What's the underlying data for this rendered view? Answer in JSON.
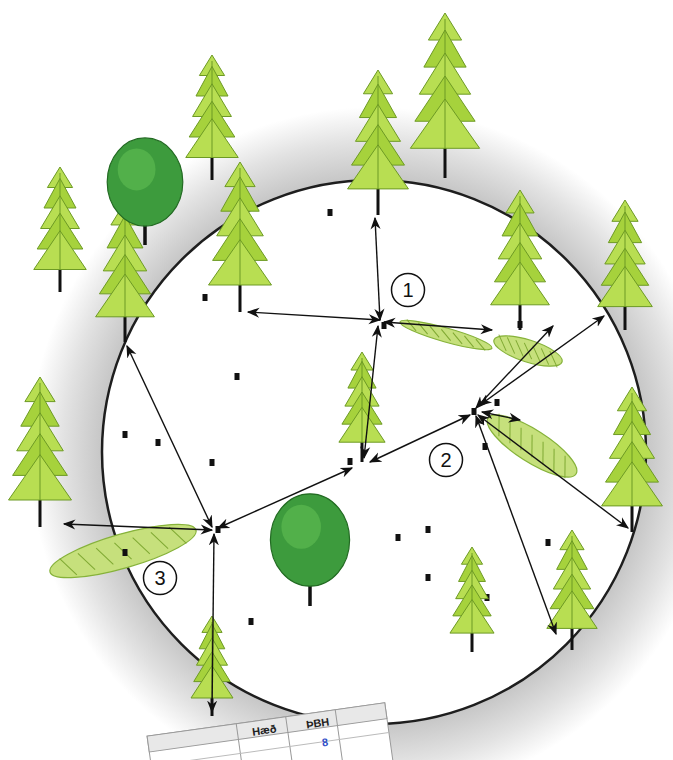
{
  "diagram": {
    "nodes": [
      {
        "text": [
          "1"
        ]
      },
      {
        "text": [
          "2"
        ]
      },
      {
        "text": [
          "3"
        ]
      }
    ],
    "labels": [
      "Hæð",
      "ÞBH",
      "8"
    ]
  }
}
